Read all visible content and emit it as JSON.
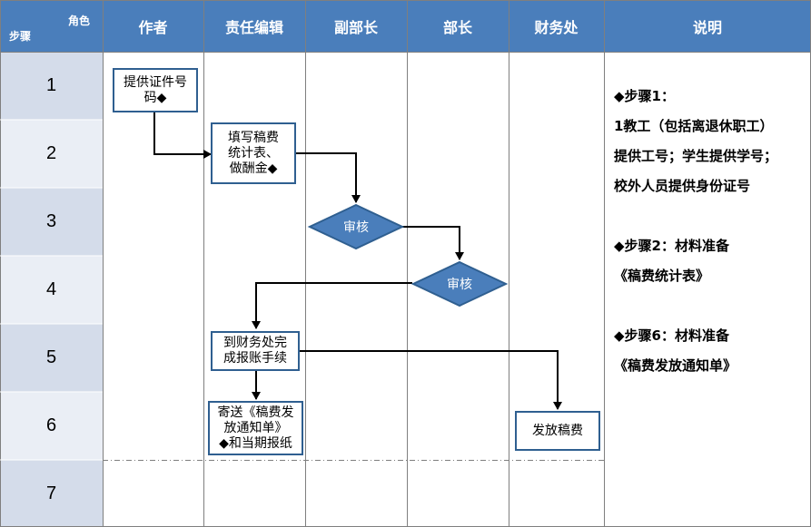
{
  "header": {
    "corner_role": "角色",
    "corner_step": "步骤",
    "columns": [
      "作者",
      "责任编辑",
      "副部长",
      "部长",
      "财务处",
      "说明"
    ]
  },
  "steps": [
    "1",
    "2",
    "3",
    "4",
    "5",
    "6",
    "7"
  ],
  "nodes": {
    "provide_id": "提供证件号码◆",
    "fill_form_l1": "填写稿费",
    "fill_form_l2": "统计表、",
    "fill_form_l3": "做酬金◆",
    "review1": "审核",
    "review2": "审核",
    "finance_l1": "到财务处完",
    "finance_l2": "成报账手续",
    "send_l1": "寄送《稿费发",
    "send_l2": "放通知单》",
    "send_l3": "◆和当期报纸",
    "pay": "发放稿费"
  },
  "notes": [
    "◆步骤1：",
    "1教工（包括离退休职工）",
    "提供工号；学生提供学号；",
    "校外人员提供身份证号",
    "",
    "◆步骤2：材料准备",
    "《稿费统计表》",
    "",
    "◆步骤6：材料准备",
    "《稿费发放通知单》"
  ],
  "colors": {
    "header": "#4a7ebb",
    "step_cell": "#d4dcea",
    "box_border": "#2f5f90",
    "diamond_fill": "#4a7ebb",
    "line": "#000000"
  }
}
